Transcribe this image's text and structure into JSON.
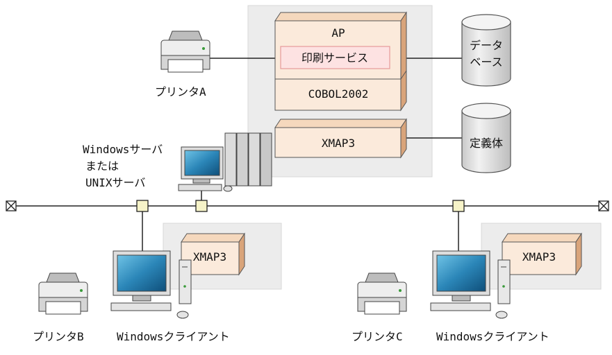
{
  "server": {
    "ap_label": "AP",
    "print_service_label": "印刷サービス",
    "cobol_label": "COBOL2002",
    "xmap_label": "XMAP3",
    "machine_label_lines": [
      "Windowsサーバ",
      "または",
      "UNIXサーバ"
    ]
  },
  "database": {
    "label_lines": [
      "データ",
      "ベース"
    ]
  },
  "definition": {
    "label": "定義体"
  },
  "printer_a": {
    "label": "プリンタA"
  },
  "client_b": {
    "xmap_label": "XMAP3",
    "printer_label": "プリンタB",
    "client_label": "Windowsクライアント"
  },
  "client_c": {
    "xmap_label": "XMAP3",
    "printer_label": "プリンタC",
    "client_label": "Windowsクライアント"
  },
  "colors": {
    "box_front": "#fbeadb",
    "box_top": "#f5d8bd",
    "box_side": "#d9a47a",
    "print_service_fill": "#fde2e2",
    "print_service_border": "#e69a9a",
    "panel": "#ececec",
    "connector": "#f6f3c8"
  }
}
